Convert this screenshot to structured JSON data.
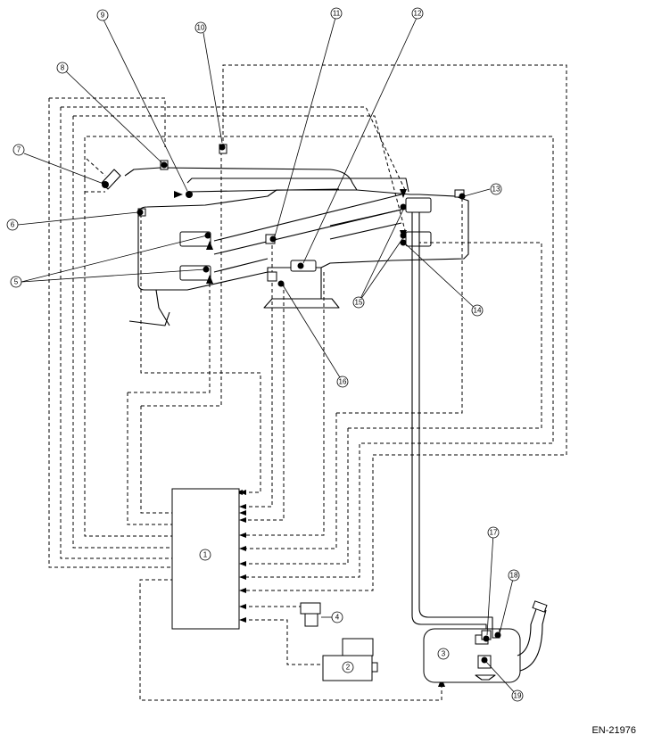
{
  "figure_code": "EN-21976",
  "callouts": {
    "c1": "1",
    "c2": "2",
    "c3": "3",
    "c4": "4",
    "c5": "5",
    "c6": "6",
    "c7": "7",
    "c8": "8",
    "c9": "9",
    "c10": "10",
    "c11": "11",
    "c12": "12",
    "c13": "13",
    "c14": "14",
    "c15": "15",
    "c16": "16",
    "c17": "17",
    "c18": "18",
    "c19": "19"
  }
}
